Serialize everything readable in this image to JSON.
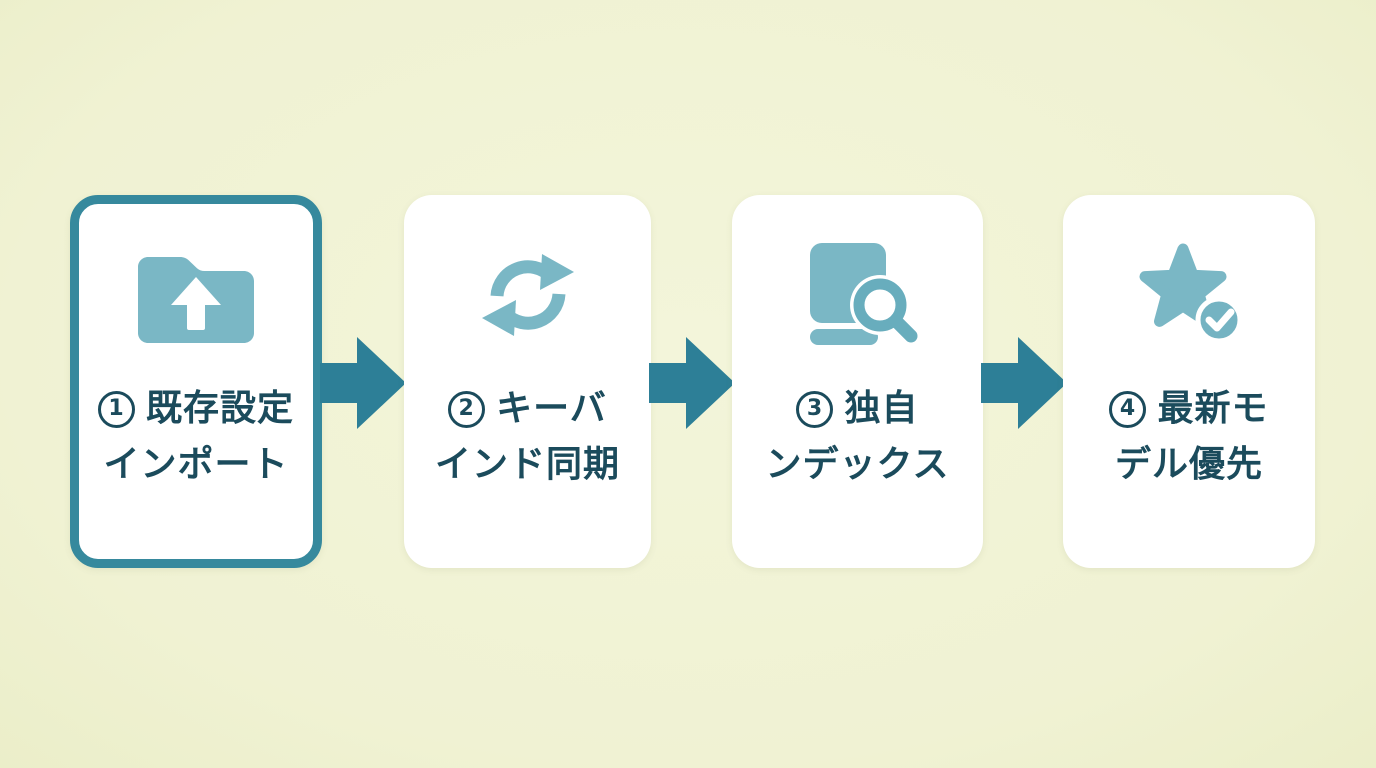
{
  "diagram": {
    "type": "horizontal-flow",
    "direction": "left-to-right",
    "steps": [
      {
        "number": "1",
        "label_line1": "既存設定",
        "label_line2": "インポート",
        "icon": "folder-upload-icon",
        "highlighted": true
      },
      {
        "number": "2",
        "label_line1": "キーバ",
        "label_line2": "インド同期",
        "icon": "sync-icon",
        "highlighted": false
      },
      {
        "number": "3",
        "label_line1": "独自",
        "label_line2": "ンデックス",
        "icon": "book-search-icon",
        "highlighted": false
      },
      {
        "number": "4",
        "label_line1": "最新モ",
        "label_line2": "デル優先",
        "icon": "star-check-icon",
        "highlighted": false
      }
    ],
    "connector": "arrow-right",
    "colors": {
      "background": "#f0f2d3",
      "card_background": "#ffffff",
      "highlight_border": "#36899d",
      "arrow": "#2d7f97",
      "icon_light_teal": "#7ab7c5",
      "icon_mid_teal": "#68adbd",
      "text": "#1b4b5c"
    }
  }
}
